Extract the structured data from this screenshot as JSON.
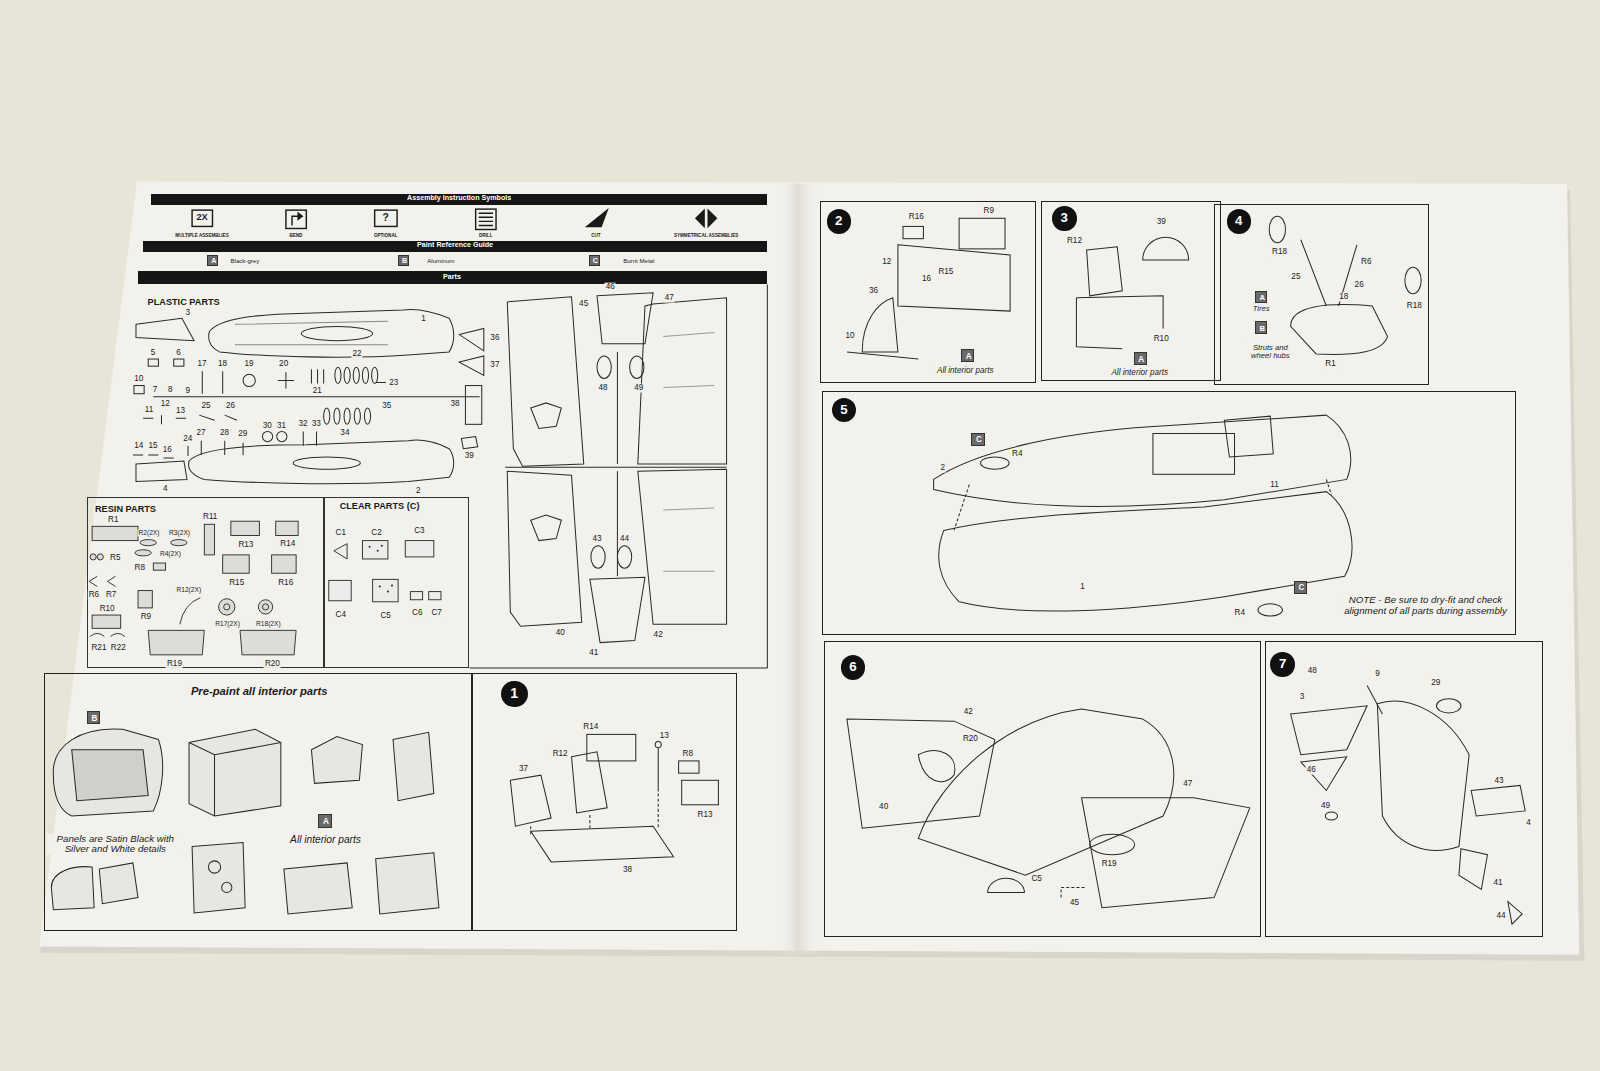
{
  "diagram": {
    "nodes": [
      {
        "text": [
          "Assembly Instruction Symbols"
        ]
      },
      {
        "text": [
          "2X",
          "MULTIPLE ASSEMBLIES",
          "BEND",
          "?",
          "OPTIONAL",
          "DRILL",
          "CUT",
          "SYMMETRICAL ASSEMBLIES"
        ]
      },
      {
        "text": [
          "Paint Reference Guide"
        ]
      },
      {
        "text": [
          "Black-grey",
          "Aluminum",
          "Burnt Metal"
        ]
      },
      {
        "text": [
          "A"
        ],
        "in": 3
      },
      {
        "text": [
          "B"
        ],
        "in": 3
      },
      {
        "text": [
          "C"
        ],
        "in": 3
      },
      {
        "text": [
          "Parts"
        ]
      },
      {
        "text": [
          "PLASTIC PARTS",
          "3",
          "1",
          "36",
          "37",
          "5",
          "6",
          "10",
          "7",
          "8",
          "17",
          "18",
          "19",
          "20",
          "22",
          "21",
          "9",
          "23",
          "11",
          "12",
          "13",
          "25",
          "26",
          "14",
          "15",
          "16",
          "27",
          "28",
          "29",
          "24",
          "30",
          "31",
          "32",
          "33",
          "34",
          "35",
          "38",
          "39",
          "4",
          "2",
          "45",
          "46",
          "47",
          "48",
          "49",
          "43",
          "44",
          "40",
          "41",
          "42"
        ]
      },
      {
        "text": [
          "RESIN PARTS",
          "R1",
          "R2(2X)",
          "R3(2X)",
          "R11",
          "R4(2X)",
          "R5",
          "R13",
          "R14",
          "R6",
          "R7",
          "R8",
          "R15",
          "R16",
          "R12(2X)",
          "R9",
          "R10",
          "R17(2X)",
          "R18(2X)",
          "R21",
          "R22",
          "R19",
          "R20"
        ]
      },
      {
        "text": [
          "CLEAR PARTS (C)",
          "C1",
          "C2",
          "C3",
          "C4",
          "C5",
          "C6",
          "C7"
        ]
      },
      {
        "text": [
          "Pre-paint all interior parts",
          "Panels are Satin Black with Silver and White details",
          "All interior parts"
        ]
      },
      {
        "text": [
          "B"
        ],
        "in": 11
      },
      {
        "text": [
          "A"
        ],
        "in": 11
      },
      {
        "text": [
          "R14",
          "R12",
          "13",
          "R8",
          "37",
          "R13",
          "38"
        ]
      },
      {
        "text": [
          "1"
        ],
        "in": 14
      },
      {
        "text": [
          "R16",
          "R9",
          "12",
          "16",
          "R15",
          "36",
          "10",
          "All interior parts"
        ]
      },
      {
        "text": [
          "2"
        ],
        "in": 16
      },
      {
        "text": [
          "A"
        ],
        "in": 16
      },
      {
        "text": [
          "R12",
          "39",
          "R10",
          "All interior parts"
        ]
      },
      {
        "text": [
          "3"
        ],
        "in": 19
      },
      {
        "text": [
          "A"
        ],
        "in": 19
      },
      {
        "text": [
          "R18",
          "R6",
          "25",
          "26",
          "18",
          "Tires",
          "Struts and wheel hubs",
          "R1",
          "R18"
        ]
      },
      {
        "text": [
          "4"
        ],
        "in": 22
      },
      {
        "text": [
          "A"
        ],
        "in": 22
      },
      {
        "text": [
          "B"
        ],
        "in": 22
      },
      {
        "text": [
          "R4",
          "2",
          "11",
          "1",
          "R4",
          "NOTE - Be sure to dry-fit and check alignment of all parts during assembly"
        ]
      },
      {
        "text": [
          "5"
        ],
        "in": 26
      },
      {
        "text": [
          "C"
        ],
        "in": 26
      },
      {
        "text": [
          "C"
        ],
        "in": 26
      },
      {
        "text": [
          "42",
          "R20",
          "40",
          "47",
          "R19",
          "C5",
          "45"
        ]
      },
      {
        "text": [
          "6"
        ],
        "in": 30
      },
      {
        "text": [
          "48",
          "9",
          "29",
          "3",
          "46",
          "49",
          "43",
          "4",
          "41",
          "44"
        ]
      },
      {
        "text": [
          "7"
        ],
        "in": 32
      }
    ]
  }
}
